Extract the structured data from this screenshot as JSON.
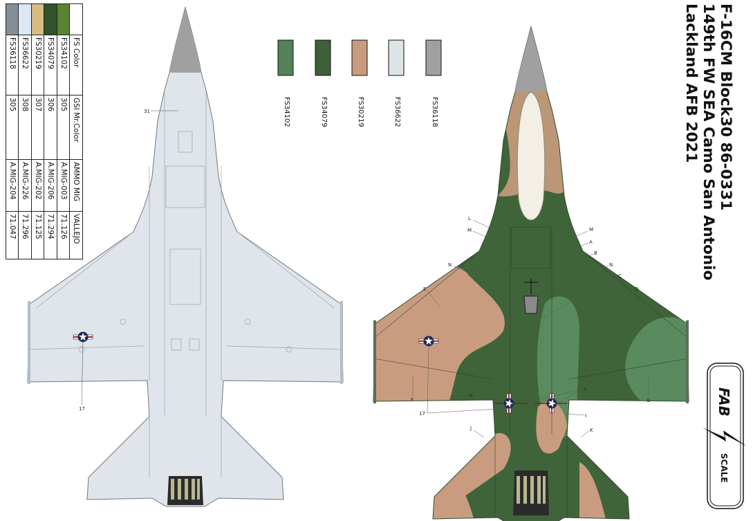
{
  "title": {
    "line1": "F-16CM Block30  86-0331",
    "line2": "149th FW SEA Camo San Antonio",
    "line3": "Lackland AFB  2021"
  },
  "color_table": {
    "headers": [
      "FS Color",
      "GSI Mr.Color",
      "AMMO MIG",
      "VALLEJO"
    ],
    "rows": [
      {
        "swatch": "#5a8434",
        "fs": "FS34102",
        "gsi": "305",
        "ammo": "A.MIG-003",
        "vallejo": "71.126"
      },
      {
        "swatch": "#34522a",
        "fs": "FS34079",
        "gsi": "306",
        "ammo": "A.MIG-206",
        "vallejo": "71.294"
      },
      {
        "swatch": "#d7bb83",
        "fs": "FS30219",
        "gsi": "307",
        "ammo": "A.MIG-202",
        "vallejo": "71.125"
      },
      {
        "swatch": "#dce9f4",
        "fs": "FS36622",
        "gsi": "308",
        "ammo": "A.MIG-226",
        "vallejo": "71.296"
      },
      {
        "swatch": "#858f98",
        "fs": "FS36118",
        "gsi": "305",
        "ammo": "A.MIG-204",
        "vallejo": "71.047"
      }
    ]
  },
  "swatches": [
    {
      "label": "FS34102",
      "color": "#548159"
    },
    {
      "label": "FS34079",
      "color": "#3f5f3a"
    },
    {
      "label": "FS30219",
      "color": "#c99c80"
    },
    {
      "label": "FS36622",
      "color": "#dce4e8"
    },
    {
      "label": "FS36118",
      "color": "#a0a0a0"
    }
  ],
  "callouts": {
    "gray": [
      "31",
      "17"
    ],
    "camo": [
      "L",
      "M",
      "M",
      "A",
      "B",
      "N",
      "C",
      "N",
      "E",
      "D",
      "F",
      "H",
      "II",
      "I",
      "17",
      "J",
      "K",
      "G"
    ]
  },
  "logo": {
    "top": "FAB",
    "bottom": "SCALE"
  }
}
